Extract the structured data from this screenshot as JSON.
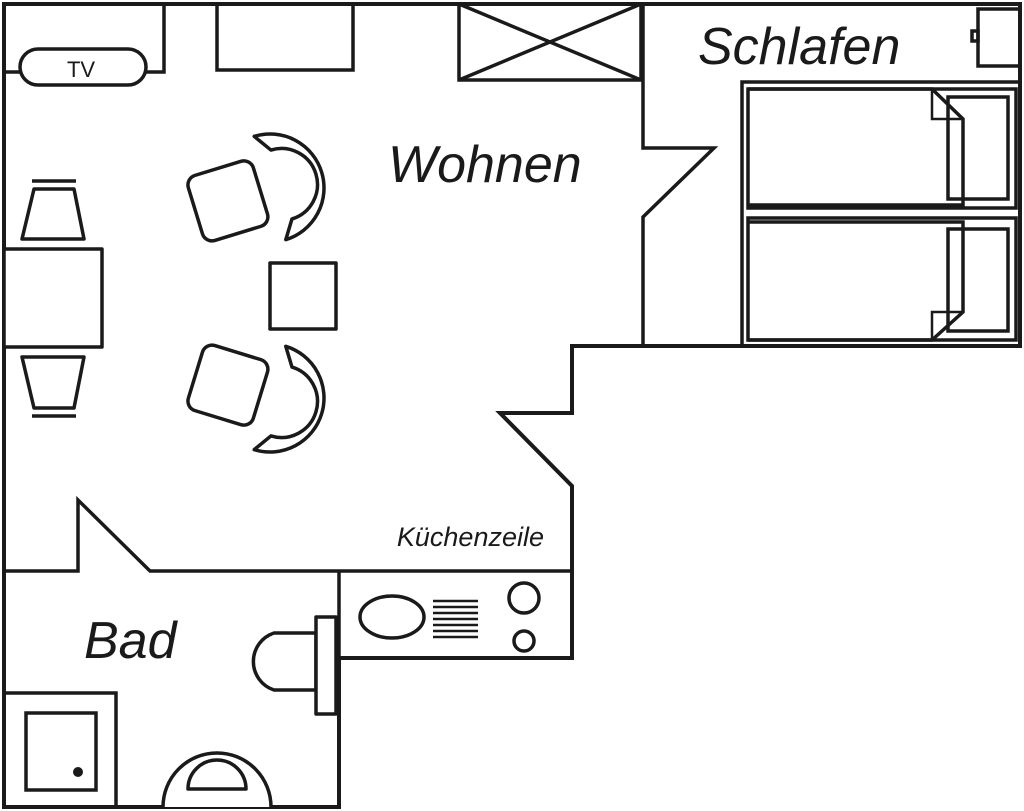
{
  "plan": {
    "rooms": {
      "living": "Wohnen",
      "sleeping": "Schlafen",
      "bath": "Bad",
      "kitchenette": "Küchenzeile"
    },
    "furniture": {
      "tv": "TV"
    },
    "colors": {
      "line": "#1a1a1a",
      "background": "#ffffff"
    }
  }
}
